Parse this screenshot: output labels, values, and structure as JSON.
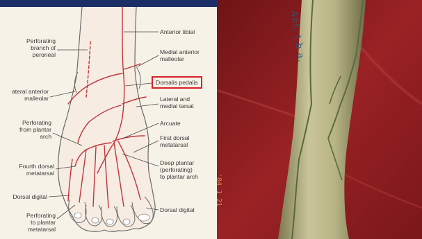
{
  "figure": {
    "labels_left": {
      "perforating_peroneal": "Perforating\nbranch of\nperoneal",
      "lateral_anterior_malleolar": "ateral anterior\nmalleolar",
      "perforating_plantar_arch": "Perforating\nfrom plantar\narch",
      "fourth_dorsal_metatarsal": "Fourth dorsal\nmetatarsal",
      "dorsal_digital_left": "Dorsal digital",
      "perforating_plantar_metatarsal": "Perforating\nto plantar\nmetatarsal"
    },
    "labels_right": {
      "anterior_tibial": "Anterior tibial",
      "medial_anterior_malleolar": "Medial anterior\nmalleolar",
      "dorsalis_pedalis": "Dorsalis pedalis",
      "lateral_medial_tarsal": "Lateral and\nmedial tarsal",
      "arcuate": "Arcuate",
      "first_dorsal_metatarsal": "First dorsal\nmetatarsal",
      "deep_plantar": "Deep plantar\n(perforating)\nto plantar arch",
      "dorsal_digital_right": "Dorsal digital"
    },
    "highlight_color": "#d8202a",
    "artery_color": "#c0343a",
    "header_color": "#1b2f66"
  },
  "photo": {
    "handwriting": "Ant. t.b a.",
    "date_stamp": "'04 1 21",
    "background_color": "#8e1d1f",
    "marker_color": "#5a6a3c"
  }
}
